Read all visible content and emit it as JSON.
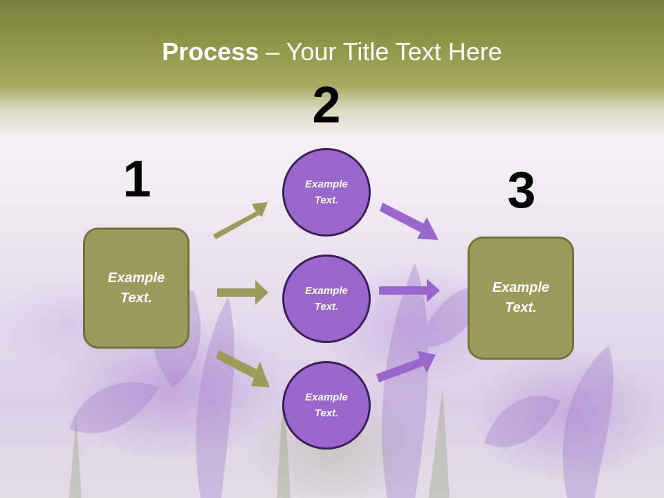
{
  "title": {
    "strong": "Process",
    "rest": " – Your Title Text Here"
  },
  "numbers": {
    "one": "1",
    "two": "2",
    "three": "3"
  },
  "left_box": {
    "text": "Example Text."
  },
  "right_box": {
    "text": "Example Text."
  },
  "circles": [
    {
      "text": "Example Text."
    },
    {
      "text": "Example Text."
    },
    {
      "text": "Example Text."
    }
  ],
  "colors": {
    "box_fill": "#9c9b5b",
    "circle_fill": "#9966cc",
    "olive_arrow": "#9c9b5b",
    "purple_arrow": "#9966cc",
    "title_band": "#8f9446"
  }
}
